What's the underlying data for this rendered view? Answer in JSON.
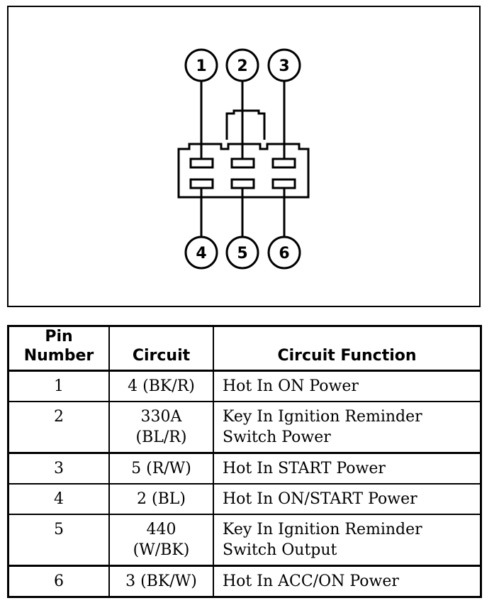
{
  "diagram": {
    "top_pins": [
      "1",
      "2",
      "3"
    ],
    "bottom_pins": [
      "4",
      "5",
      "6"
    ]
  },
  "table": {
    "headers": {
      "pin_line1": "Pin",
      "pin_line2": "Number",
      "circuit": "Circuit",
      "function": "Circuit Function"
    },
    "rows": [
      {
        "pin": "1",
        "circuit": [
          "4 (BK/R)"
        ],
        "function": [
          "Hot In ON Power"
        ]
      },
      {
        "pin": "2",
        "circuit": [
          "330A",
          "(BL/R)"
        ],
        "function": [
          "Key In Ignition Reminder",
          "Switch Power"
        ]
      },
      {
        "pin": "3",
        "circuit": [
          "5 (R/W)"
        ],
        "function": [
          "Hot In START Power"
        ]
      },
      {
        "pin": "4",
        "circuit": [
          "2 (BL)"
        ],
        "function": [
          "Hot In ON/START Power"
        ]
      },
      {
        "pin": "5",
        "circuit": [
          "440",
          "(W/BK)"
        ],
        "function": [
          "Key In Ignition Reminder",
          "Switch Output"
        ]
      },
      {
        "pin": "6",
        "circuit": [
          "3 (BK/W)"
        ],
        "function": [
          "Hot In ACC/ON Power"
        ]
      }
    ]
  }
}
